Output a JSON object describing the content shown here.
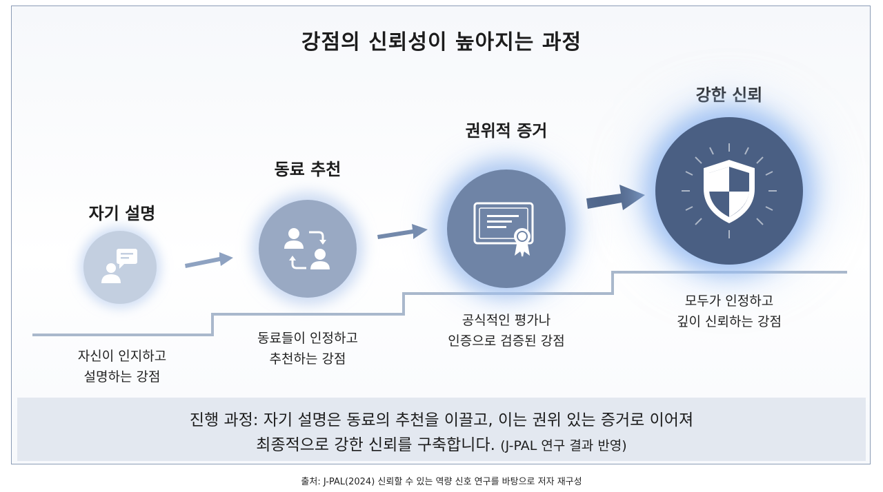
{
  "title": "강점의 신뢰성이 높아지는 과정",
  "stages": [
    {
      "title": "자기 설명",
      "desc_line1": "자신이 인지하고",
      "desc_line2": "설명하는 강점",
      "icon": "speech-person-icon"
    },
    {
      "title": "동료 추천",
      "desc_line1": "동료들이 인정하고",
      "desc_line2": "추천하는 강점",
      "icon": "peer-exchange-icon"
    },
    {
      "title": "권위적 증거",
      "desc_line1": "공식적인 평가나",
      "desc_line2": "인증으로 검증된 강점",
      "icon": "certificate-icon"
    },
    {
      "title": "강한 신뢰",
      "desc_line1": "모두가 인정하고",
      "desc_line2": "깊이 신뢰하는 강점",
      "icon": "shield-icon"
    }
  ],
  "footer": {
    "line1": "진행 과정: 자기 설명은 동료의 추천을 이끌고, 이는 권위 있는 증거로 이어져",
    "line2_main": "최종적으로 강한 신뢰를 구축합니다.",
    "line2_note": "(J-PAL 연구 결과 반영)"
  },
  "source": "출처: J-PAL(2024) 신뢰할 수 있는 역량 신호 연구를 바탕으로 저자 재구성",
  "colors": {
    "step_line": "#a9b8cc",
    "arrow": "#6d84a8",
    "circle_1": "#c3cfe0",
    "circle_2": "#99a9c3",
    "circle_3": "#6f84a6",
    "circle_4": "#4a5f83"
  }
}
